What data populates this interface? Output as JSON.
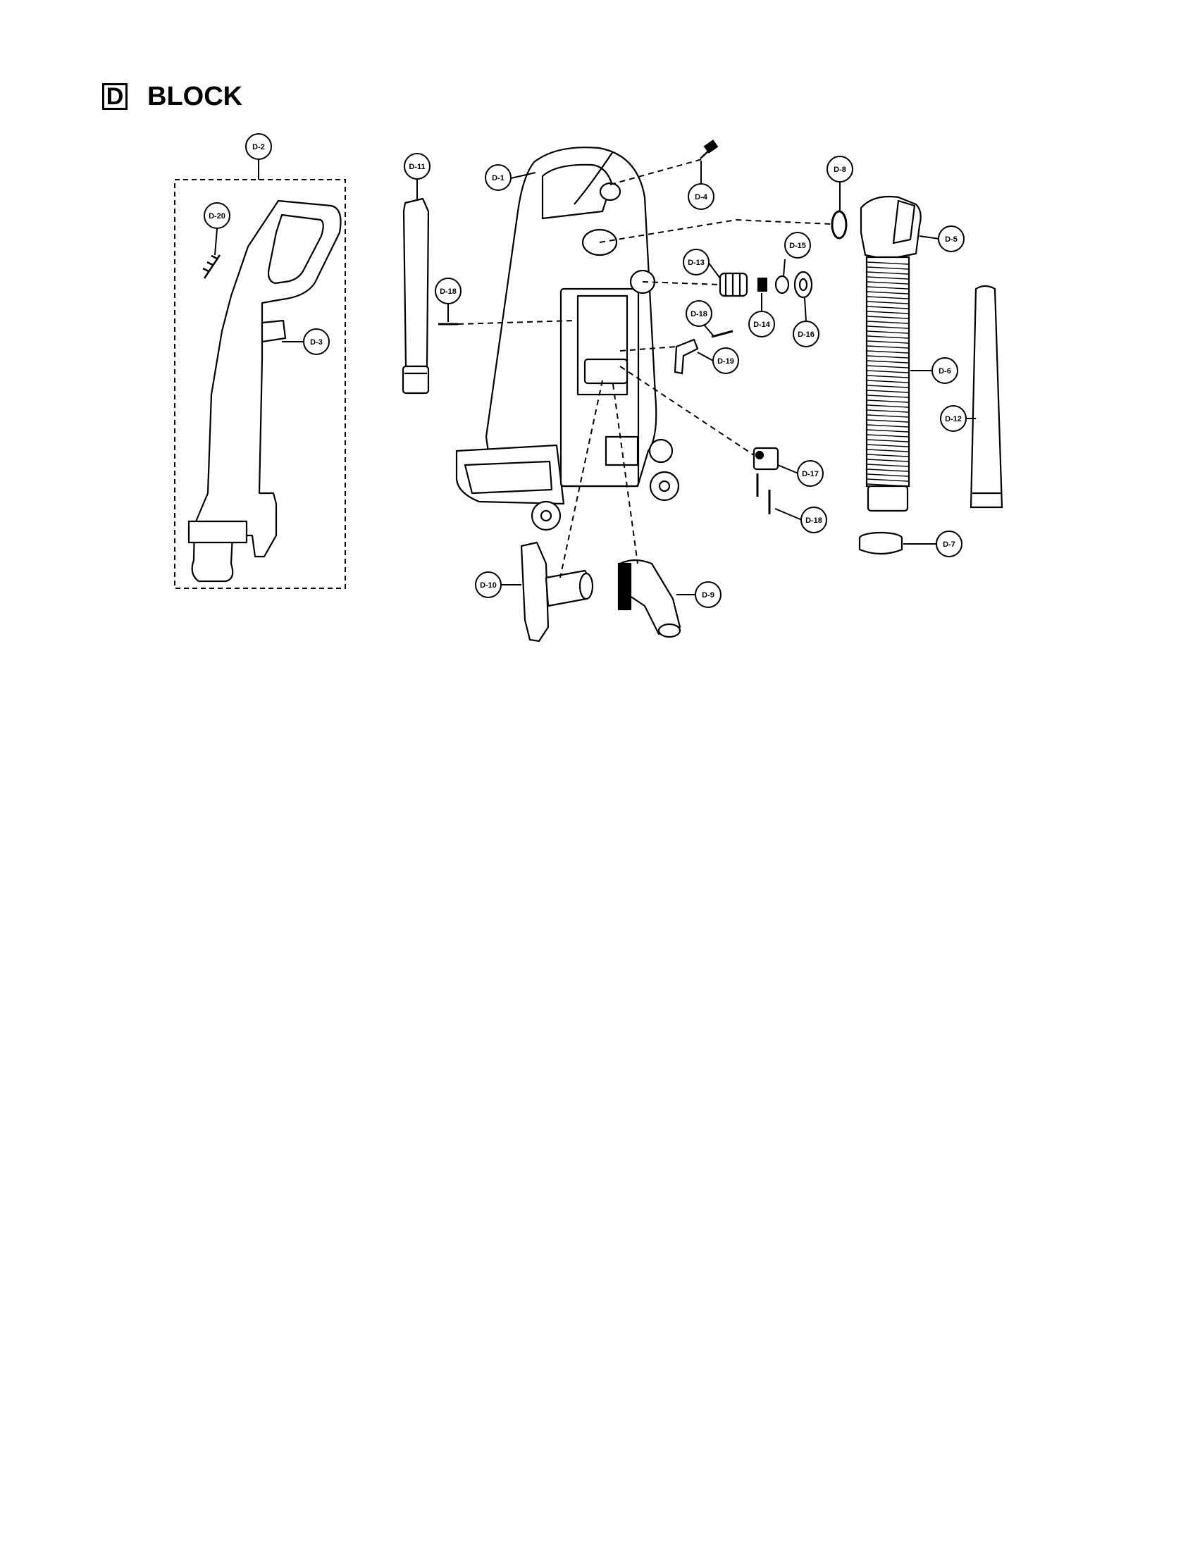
{
  "header": {
    "letter": "D",
    "title": "BLOCK"
  },
  "callouts": [
    {
      "id": "d1",
      "label": "D-1"
    },
    {
      "id": "d2",
      "label": "D-2"
    },
    {
      "id": "d3",
      "label": "D-3"
    },
    {
      "id": "d4",
      "label": "D-4"
    },
    {
      "id": "d5",
      "label": "D-5"
    },
    {
      "id": "d6",
      "label": "D-6"
    },
    {
      "id": "d7",
      "label": "D-7"
    },
    {
      "id": "d8",
      "label": "D-8"
    },
    {
      "id": "d9",
      "label": "D-9"
    },
    {
      "id": "d10",
      "label": "D-10"
    },
    {
      "id": "d11",
      "label": "D-11"
    },
    {
      "id": "d12",
      "label": "D-12"
    },
    {
      "id": "d13",
      "label": "D-13"
    },
    {
      "id": "d14",
      "label": "D-14"
    },
    {
      "id": "d15",
      "label": "D-15"
    },
    {
      "id": "d16",
      "label": "D-16"
    },
    {
      "id": "d18a",
      "label": "D-18"
    },
    {
      "id": "d18b",
      "label": "D-18"
    },
    {
      "id": "d17",
      "label": "D-17"
    },
    {
      "id": "d18c",
      "label": "D-18"
    },
    {
      "id": "d19",
      "label": "D-19"
    },
    {
      "id": "d20",
      "label": "D-20"
    }
  ]
}
